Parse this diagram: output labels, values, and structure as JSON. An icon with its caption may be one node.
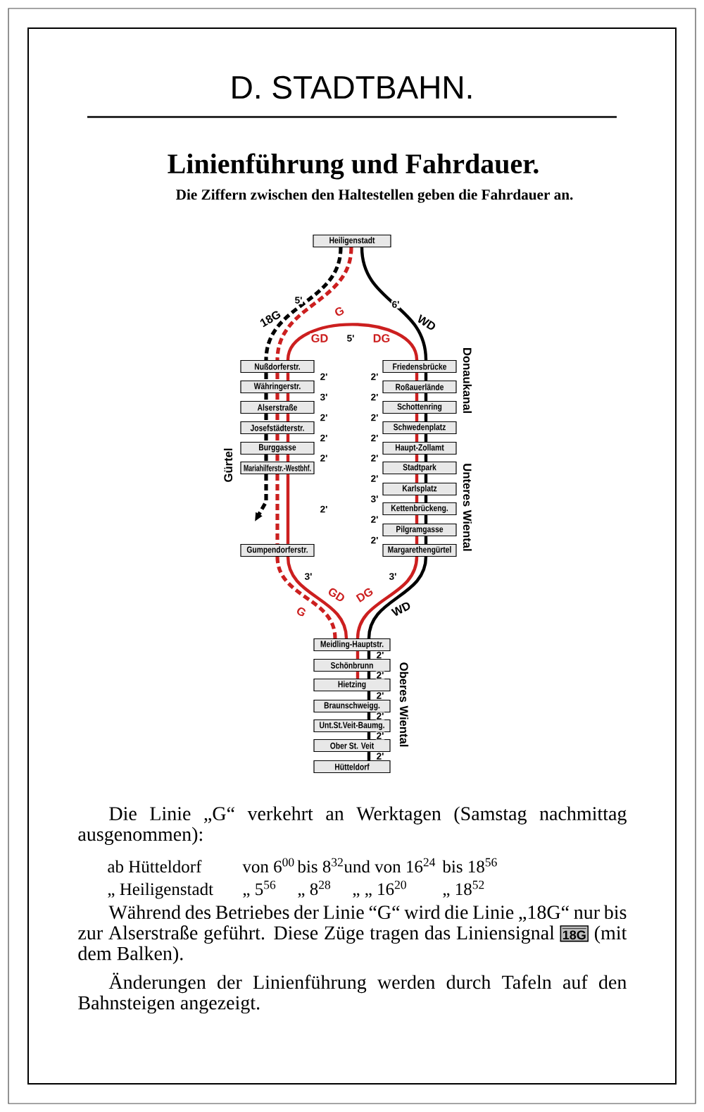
{
  "diagram": {
    "title": "Linienführung und Fahrdauer.",
    "caption": "Die Ziffern zwischen den Haltestellen geben die Fahrdauer an.",
    "nodes": [
      {
        "text": [
          "Heiligenstadt"
        ]
      },
      {
        "text": [
          "Nußdorferstr."
        ]
      },
      {
        "text": [
          "Währingerstr."
        ]
      },
      {
        "text": [
          "Alserstraße"
        ]
      },
      {
        "text": [
          "Josefstädterstr."
        ]
      },
      {
        "text": [
          "Burggasse"
        ]
      },
      {
        "text": [
          "Mariahilferstr.-Westbhf."
        ]
      },
      {
        "text": [
          "Gumpendorferstr."
        ]
      },
      {
        "text": [
          "Friedensbrücke"
        ]
      },
      {
        "text": [
          "Roßauerlände"
        ]
      },
      {
        "text": [
          "Schottenring"
        ]
      },
      {
        "text": [
          "Schwedenplatz"
        ]
      },
      {
        "text": [
          "Haupt-Zollamt"
        ]
      },
      {
        "text": [
          "Stadtpark"
        ]
      },
      {
        "text": [
          "Karlsplatz"
        ]
      },
      {
        "text": [
          "Kettenbrückeng."
        ]
      },
      {
        "text": [
          "Pilgramgasse"
        ]
      },
      {
        "text": [
          "Margarethengürtel"
        ]
      },
      {
        "text": [
          "Meidling-Hauptstr."
        ]
      },
      {
        "text": [
          "Schönbrunn"
        ]
      },
      {
        "text": [
          "Hietzing"
        ]
      },
      {
        "text": [
          "Braunschweigg."
        ]
      },
      {
        "text": [
          "Unt.St.Veit-Baumg."
        ]
      },
      {
        "text": [
          "Ober St. Veit"
        ]
      },
      {
        "text": [
          "Hütteldorf"
        ]
      }
    ],
    "edges": [
      {
        "from": 0,
        "to": 1,
        "arrow": "none",
        "style": "dashed",
        "color": "#000000",
        "label": "5'"
      },
      {
        "from": 0,
        "to": 1,
        "arrow": "none",
        "style": "dashed",
        "color": "#cc1f1f"
      },
      {
        "from": 0,
        "to": 8,
        "arrow": "none",
        "color": "#000000",
        "label": "6'"
      },
      {
        "from": 1,
        "to": 8,
        "arrow": "none",
        "color": "#cc1f1f",
        "label": "5'"
      },
      {
        "from": 1,
        "to": 2,
        "arrow": "none",
        "style": "dashed",
        "color": "#000000"
      },
      {
        "from": 2,
        "to": 3,
        "arrow": "none",
        "style": "dashed",
        "color": "#000000"
      },
      {
        "from": 3,
        "to": 4,
        "arrow": "none",
        "style": "dashed",
        "color": "#000000"
      },
      {
        "from": 4,
        "to": 5,
        "arrow": "none",
        "style": "dashed",
        "color": "#000000"
      },
      {
        "from": 5,
        "to": 6,
        "arrow": "none",
        "style": "dashed",
        "color": "#000000"
      },
      {
        "from": 6,
        "to": null,
        "arrow": "to",
        "style": "dashed",
        "color": "#000000"
      },
      {
        "from": 1,
        "to": 2,
        "arrow": "none",
        "style": "dashed",
        "color": "#cc1f1f"
      },
      {
        "from": 2,
        "to": 3,
        "arrow": "none",
        "style": "dashed",
        "color": "#cc1f1f"
      },
      {
        "from": 3,
        "to": 4,
        "arrow": "none",
        "style": "dashed",
        "color": "#cc1f1f"
      },
      {
        "from": 4,
        "to": 5,
        "arrow": "none",
        "style": "dashed",
        "color": "#cc1f1f"
      },
      {
        "from": 5,
        "to": 6,
        "arrow": "none",
        "style": "dashed",
        "color": "#cc1f1f"
      },
      {
        "from": 6,
        "to": 7,
        "arrow": "none",
        "style": "dashed",
        "color": "#cc1f1f"
      },
      {
        "from": 1,
        "to": 2,
        "arrow": "none",
        "color": "#cc1f1f",
        "label": "2'"
      },
      {
        "from": 2,
        "to": 3,
        "arrow": "none",
        "color": "#cc1f1f",
        "label": "3'"
      },
      {
        "from": 3,
        "to": 4,
        "arrow": "none",
        "color": "#cc1f1f",
        "label": "2'"
      },
      {
        "from": 4,
        "to": 5,
        "arrow": "none",
        "color": "#cc1f1f",
        "label": "2'"
      },
      {
        "from": 5,
        "to": 6,
        "arrow": "none",
        "color": "#cc1f1f",
        "label": "2'"
      },
      {
        "from": 6,
        "to": 7,
        "arrow": "none",
        "color": "#cc1f1f",
        "label": "2'"
      },
      {
        "from": 7,
        "to": 18,
        "arrow": "none",
        "style": "dashed",
        "color": "#cc1f1f"
      },
      {
        "from": 7,
        "to": 18,
        "arrow": "none",
        "color": "#cc1f1f",
        "label": "3'"
      },
      {
        "from": 8,
        "to": 9,
        "arrow": "none",
        "color": "#cc1f1f",
        "label": "2'"
      },
      {
        "from": 9,
        "to": 10,
        "arrow": "none",
        "color": "#cc1f1f",
        "label": "2'"
      },
      {
        "from": 10,
        "to": 11,
        "arrow": "none",
        "color": "#cc1f1f",
        "label": "2'"
      },
      {
        "from": 11,
        "to": 12,
        "arrow": "none",
        "color": "#cc1f1f",
        "label": "2'"
      },
      {
        "from": 12,
        "to": 13,
        "arrow": "none",
        "color": "#cc1f1f",
        "label": "2'"
      },
      {
        "from": 13,
        "to": 14,
        "arrow": "none",
        "color": "#cc1f1f",
        "label": "2'"
      },
      {
        "from": 14,
        "to": 15,
        "arrow": "none",
        "color": "#cc1f1f",
        "label": "3'"
      },
      {
        "from": 15,
        "to": 16,
        "arrow": "none",
        "color": "#cc1f1f",
        "label": "2'"
      },
      {
        "from": 16,
        "to": 17,
        "arrow": "none",
        "color": "#cc1f1f",
        "label": "2'"
      },
      {
        "from": 8,
        "to": 9,
        "arrow": "none",
        "color": "#000000"
      },
      {
        "from": 9,
        "to": 10,
        "arrow": "none",
        "color": "#000000"
      },
      {
        "from": 10,
        "to": 11,
        "arrow": "none",
        "color": "#000000"
      },
      {
        "from": 11,
        "to": 12,
        "arrow": "none",
        "color": "#000000"
      },
      {
        "from": 12,
        "to": 13,
        "arrow": "none",
        "color": "#000000"
      },
      {
        "from": 13,
        "to": 14,
        "arrow": "none",
        "color": "#000000"
      },
      {
        "from": 14,
        "to": 15,
        "arrow": "none",
        "color": "#000000"
      },
      {
        "from": 15,
        "to": 16,
        "arrow": "none",
        "color": "#000000"
      },
      {
        "from": 16,
        "to": 17,
        "arrow": "none",
        "color": "#000000"
      },
      {
        "from": 17,
        "to": 18,
        "arrow": "none",
        "color": "#cc1f1f",
        "label": "3'"
      },
      {
        "from": 17,
        "to": 18,
        "arrow": "none",
        "color": "#000000"
      },
      {
        "from": 18,
        "to": 19,
        "arrow": "none",
        "color": "#cc1f1f"
      },
      {
        "from": 19,
        "to": 20,
        "arrow": "none",
        "color": "#cc1f1f"
      },
      {
        "from": 18,
        "to": 19,
        "arrow": "none",
        "color": "#000000",
        "label": "2'"
      },
      {
        "from": 19,
        "to": 20,
        "arrow": "none",
        "color": "#000000",
        "label": "2'"
      },
      {
        "from": 20,
        "to": 21,
        "arrow": "none",
        "color": "#000000",
        "label": "2'"
      },
      {
        "from": 21,
        "to": 22,
        "arrow": "none",
        "color": "#000000",
        "label": "2'"
      },
      {
        "from": 22,
        "to": 23,
        "arrow": "none",
        "color": "#000000",
        "label": "2'"
      },
      {
        "from": 23,
        "to": 24,
        "arrow": "none",
        "color": "#000000",
        "label": "2'"
      }
    ],
    "labels": [
      "D. STADTBAHN.",
      "18G",
      "G",
      "WD",
      "GD",
      "DG",
      "Gürtel",
      "Donaukanal",
      "Unteres Wiental",
      "GD",
      "DG",
      "G",
      "WD",
      "Oberes Wiental",
      "Die Linie „G“ verkehrt an Werktagen (Samstag nachmittag ausgenommen):",
      "ab Hütteldorf",
      "von 6$^{00}$",
      "bis 8$^{32}$",
      "und von 16$^{24}$",
      "bis 18$^{56}$",
      "„ Heiligenstadt",
      "„ 5$^{56}$",
      "„ 8$^{28}$",
      "„ „ 16$^{20}$",
      "„ 18$^{52}$",
      "Während des Betriebes der Linie “G“ wird die Linie „18G“ nur bis zur Alserstraße geführt. Diese Züge tragen das Liniensignal",
      "18G",
      "(mit dem Balken).",
      "Änderungen der Linienführung werden durch Tafeln auf den Bahnsteigen angezeigt."
    ]
  }
}
